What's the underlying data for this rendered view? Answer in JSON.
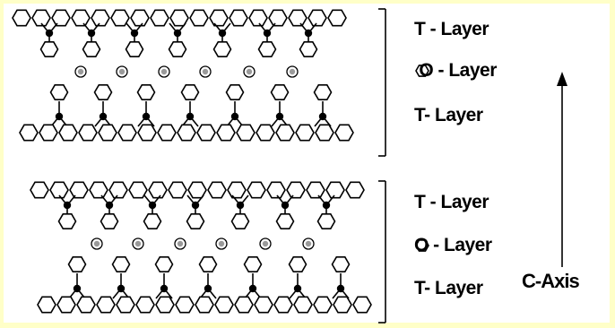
{
  "colors": {
    "background": "#FFFFC8",
    "panel": "#FFFFFF",
    "ink": "#000000",
    "interlayer_fill": "#9A9A9A"
  },
  "structures": [
    {
      "layers": [
        {
          "label": "T - Layer"
        },
        {
          "label": "O - Layer",
          "symbol": "hexagon-icon"
        },
        {
          "label": "T- Layer"
        }
      ]
    },
    {
      "layers": [
        {
          "label": "T - Layer"
        },
        {
          "label": "O - Layer",
          "symbol": "hexagon-icon"
        },
        {
          "label": "T- Layer"
        }
      ]
    }
  ],
  "axis": {
    "label": "C-Axis",
    "icon": "up-arrow-icon"
  }
}
